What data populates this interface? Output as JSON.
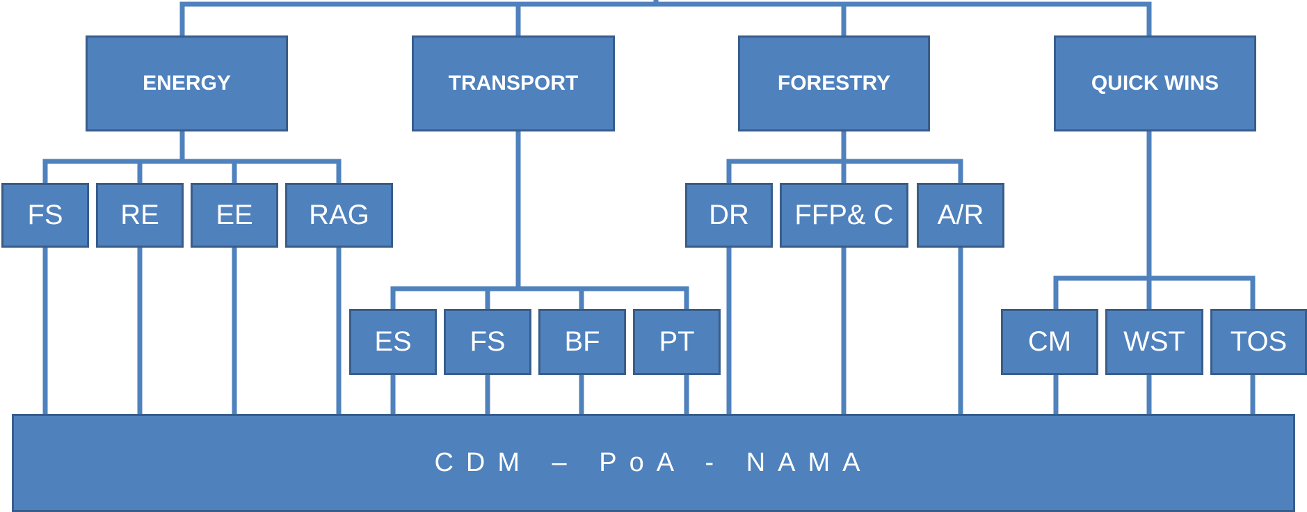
{
  "categories": {
    "energy": "ENERGY",
    "transport": "TRANSPORT",
    "forestry": "FORESTRY",
    "quick_wins": "QUICK WINS"
  },
  "energy_items": [
    "FS",
    "RE",
    "EE",
    "RAG"
  ],
  "transport_items": [
    "ES",
    "FS",
    "BF",
    "PT"
  ],
  "forestry_items": [
    "DR",
    "FFP& C",
    "A/R"
  ],
  "quick_wins_items": [
    "CM",
    "WST",
    "TOS"
  ],
  "base": "CDM – PoA - NAMA",
  "colors": {
    "box_fill": "#4f81bd",
    "box_border": "#385d8a",
    "connector": "#4f81bd",
    "text": "#ffffff"
  }
}
